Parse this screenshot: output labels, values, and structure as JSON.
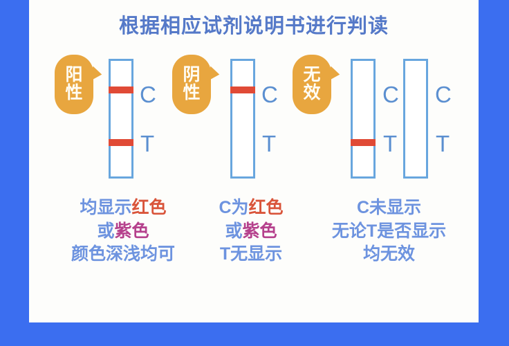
{
  "poster": {
    "background_color": "#3b6ef0",
    "card_background": "#fdfdfb",
    "title": "根据相应试剂说明书进行判读"
  },
  "colors": {
    "title_blue": "#5579c8",
    "badge_orange": "#e8a63f",
    "strip_outline_blue": "#68a6de",
    "band_red": "#e04a36",
    "letter_blue": "#5b8fd0",
    "caption_blue": "#6d93df",
    "word_red": "#d9543a",
    "word_purple": "#b5408c"
  },
  "sections": [
    {
      "id": "positive",
      "badge": {
        "char1": "阳",
        "char2": "性"
      },
      "strips": [
        {
          "id": "positive-strip",
          "bands": [
            {
              "label": "C",
              "visible": true
            },
            {
              "label": "T",
              "visible": true
            }
          ]
        }
      ],
      "caption": {
        "line1_a": "均显示",
        "line1_b": "红色",
        "line2_a": "或",
        "line2_b": "紫色",
        "line3": "颜色深浅均可"
      }
    },
    {
      "id": "negative",
      "badge": {
        "char1": "阴",
        "char2": "性"
      },
      "strips": [
        {
          "id": "negative-strip",
          "bands": [
            {
              "label": "C",
              "visible": true
            },
            {
              "label": "T",
              "visible": false
            }
          ]
        }
      ],
      "caption": {
        "line1_a": "C为",
        "line1_b": "红色",
        "line2_a": "或",
        "line2_b": "紫色",
        "line3": "T无显示"
      }
    },
    {
      "id": "invalid",
      "badge": {
        "char1": "无",
        "char2": "效"
      },
      "strips": [
        {
          "id": "invalid-strip-a",
          "bands": [
            {
              "label": "C",
              "visible": false
            },
            {
              "label": "T",
              "visible": true
            }
          ]
        },
        {
          "id": "invalid-strip-b",
          "bands": [
            {
              "label": "C",
              "visible": false
            },
            {
              "label": "T",
              "visible": false
            }
          ]
        }
      ],
      "caption": {
        "line1": "C未显示",
        "line2": "无论T是否显示",
        "line3": "均无效"
      }
    }
  ]
}
